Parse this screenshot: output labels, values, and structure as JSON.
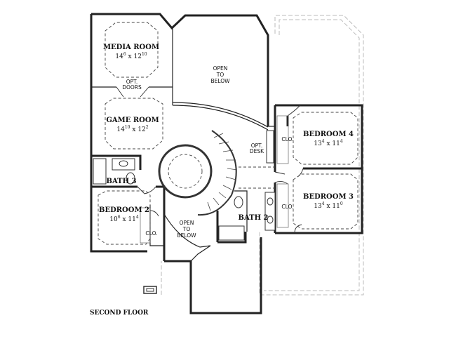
{
  "floor_label": "SECOND FLOOR",
  "rooms": {
    "media": {
      "name": "MEDIA ROOM",
      "w_ft": "14",
      "w_in": "6",
      "sep": "x",
      "d_ft": "12",
      "d_in": "10"
    },
    "game": {
      "name": "GAME ROOM",
      "w_ft": "14",
      "w_in": "10",
      "sep": "x",
      "d_ft": "12",
      "d_in": "2"
    },
    "bedroom4": {
      "name": "BEDROOM 4",
      "w_ft": "13",
      "w_in": "4",
      "sep": "x",
      "d_ft": "11",
      "d_in": "4"
    },
    "bedroom3": {
      "name": "BEDROOM 3",
      "w_ft": "13",
      "w_in": "4",
      "sep": "x",
      "d_ft": "11",
      "d_in": "0"
    },
    "bedroom2": {
      "name": "BEDROOM 2",
      "w_ft": "10",
      "w_in": "6",
      "sep": "x",
      "d_ft": "11",
      "d_in": "4"
    },
    "bath3": {
      "name": "BATH 3"
    },
    "bath2": {
      "name": "BATH 2"
    }
  },
  "notes": {
    "open_upper": [
      "OPEN",
      "TO",
      "BELOW"
    ],
    "open_lower": [
      "OPEN",
      "TO",
      "BELOW"
    ],
    "opt_doors": [
      "OPT.",
      "DOORS"
    ],
    "opt_desk": [
      "OPT.",
      "DESK"
    ],
    "closet_b4": "CLO.",
    "closet_b3": "CLO.",
    "closet_b2": "CLO."
  }
}
